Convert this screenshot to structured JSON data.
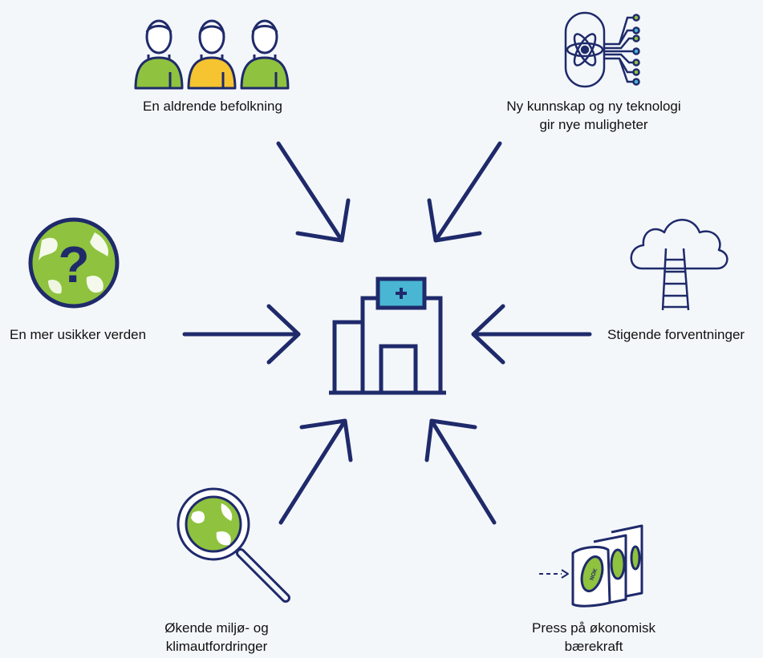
{
  "colors": {
    "navy": "#1f2a6b",
    "green": "#8fc23e",
    "yellow": "#f5c430",
    "teal": "#49b6d3",
    "background": "#f4f7fa",
    "text": "#111111"
  },
  "center_icon": "hospital-icon",
  "factors": [
    {
      "id": "aging",
      "icon": "elderly-people-icon",
      "lines": [
        "En aldrende befolkning"
      ]
    },
    {
      "id": "technology",
      "icon": "atom-circuit-icon",
      "lines": [
        "Ny kunnskap og ny teknologi",
        "gir nye muligheter"
      ]
    },
    {
      "id": "uncertain",
      "icon": "globe-question-icon",
      "lines": [
        "En mer usikker verden"
      ]
    },
    {
      "id": "expectations",
      "icon": "cloud-ladder-icon",
      "lines": [
        "Stigende forventninger"
      ]
    },
    {
      "id": "climate",
      "icon": "magnifier-globe-icon",
      "lines": [
        "Økende miljø- og",
        "klimautfordringer"
      ]
    },
    {
      "id": "economy",
      "icon": "money-bills-icon",
      "lines": [
        "Press på økonomisk",
        "bærekraft"
      ]
    }
  ]
}
